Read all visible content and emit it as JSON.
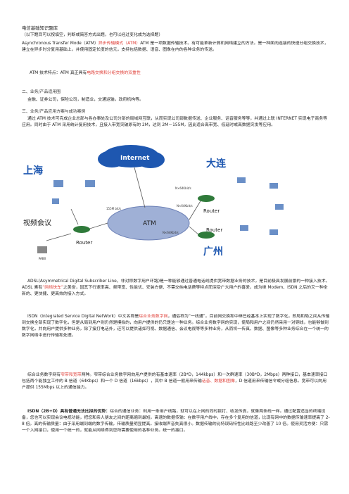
{
  "doc": {
    "title": "电信基础知识题库",
    "subtitle": "（以下题目可以按填空，判断或简答方式出题，也可以经过变化成为选择题）",
    "p_atm_1": "Asynchronous Transfer Mode（ATM）",
    "p_atm_2": "异步传输模式（ATM）",
    "p_atm_3": "ATM 是一项数据传输技术。有可能革新计算机网络建立的方法。是一种面向连接的快速分组交换技术，建立在异步时分复用基础上，并使用固定长度的信元，支持包括数据、语音、图象在内的各种业务的传送。",
    "atm_tech_1": "ATM 技术特点：",
    "atm_tech_2": "ATM 真正具有",
    "atm_tech_3": "电路交换和分组交换的双重性",
    "s2_head": "二、业务/产品适用围",
    "s2_body": "金融、证券公司，保险公司，制造业，交通运输，政府机构等。",
    "s3_head": "三、业务/产品应用方案与成功案例",
    "s3_body_1": "通过 ATM 技术可完成企业总部与各办事处及公司分部的局域网互联，从而实现公司部数据传送、企业服务、话音服务等等，并通过上联 INTERNET 实现电子商务等应用。同时由于 ATM 采用统计复用技术，且接入带宽突破原有的 2M，达到 2M－155M，因此适合高带宽、低延时或高数据突发等应用。",
    "diagram": {
      "internet": "Internet",
      "shanghai": "上海",
      "dalian": "大连",
      "guangzhou": "广州",
      "video": "视频会议",
      "atm": "ATM",
      "router_left": "Router",
      "router_top": "Router",
      "router_bottom": "Router",
      "pabx": "PABX",
      "link1": "155M bit/s",
      "link2": "N×64Kbit/s",
      "link3": "N×64Kbit/s",
      "link4": "N×64Kbit/s"
    },
    "adsl_1": "ADSL(Asymmetrical Digital Subscriber Line，非对称数字用户环路)是一种能够通过普通电话线提供宽带数据业务的技术，是目前极具发展前景的一种接入技术。ADSL 素有",
    "adsl_2": "“网络快车”",
    "adsl_3": "之美誉，因其下行速率高、频带宽、性能优、安装方便、不需交纳电话费等特点而深受广大用户的喜爱，成为继 Modem、ISDN 之后的又一种全新的、更快捷、更高效的接入方式。",
    "isdn_1": "ISDN（Integrated Service Digital NetWork）中文名称是",
    "isdn_2": "综合业务数字网",
    "isdn_3": "，通俗称为“一线通”。目前网交换和中继已经基本上实现了数字化，即局和局之间从传输到交换全部实现了数字化，但是从局到用户则仍然是模拟的，向用户提供的仍只是这一种业务。综合业务数字网的实现，使局和用户之间仍然采用一对铜线，也能够做到数字化，并向用户提供多种业务，除了接打电话外，还可以提供诸如可视、数据通信、会议电视等等多种业务，从而将一传真、数据、图像等多种业务综合在一个统一的数字网络中进行传输和处理。",
    "bisdn_1": "综合业务数字网有",
    "bisdn_2": "窄带和宽带",
    "bisdn_3": "两种。窄带综合业务数字网向用户提供的有基本速率（2B*D，144kbps）和一次群速率（30B*D，2Mbps）两种接口，基本速率接口包括两个能独立工作的 B 信道（64Kbps）和一个 D 信道（16kbps），其中 B 信道一般用来传输",
    "bisdn_4": "话音、数据和图像",
    "bisdn_5": "，D 信道用来传输信令或分组信息。宽带可以向用户提供 155Mbps 以上的通信能力。",
    "isdn_adv_1": "ISDN（2B+D）具有普通无法比拟的优势：",
    "isdn_adv_2": "综合的通信业务：利用一条用户线路，就可以在上网的同时拨打、收发传真，就像两条线一样。通过配置适当的终端设备，您也可以实现会议电视功能，把您和亲人朋友之间的距离缩到最短。高速的数据传输：在数字用户线中，存在多个复用的信道，比现有网中的数据传输速率提高了 2-8 倍。高的传输质量：由于采用端到端的数字传输，传输质量明显提高。接收端声音失真很小。数据传输的比特误码特性比线路至少改善了 10 倍。使用灵活方便：只需一个入网接口，使用一个统一的，就能从网络得到您所需要使用的各种业务。统一的接口。"
  }
}
